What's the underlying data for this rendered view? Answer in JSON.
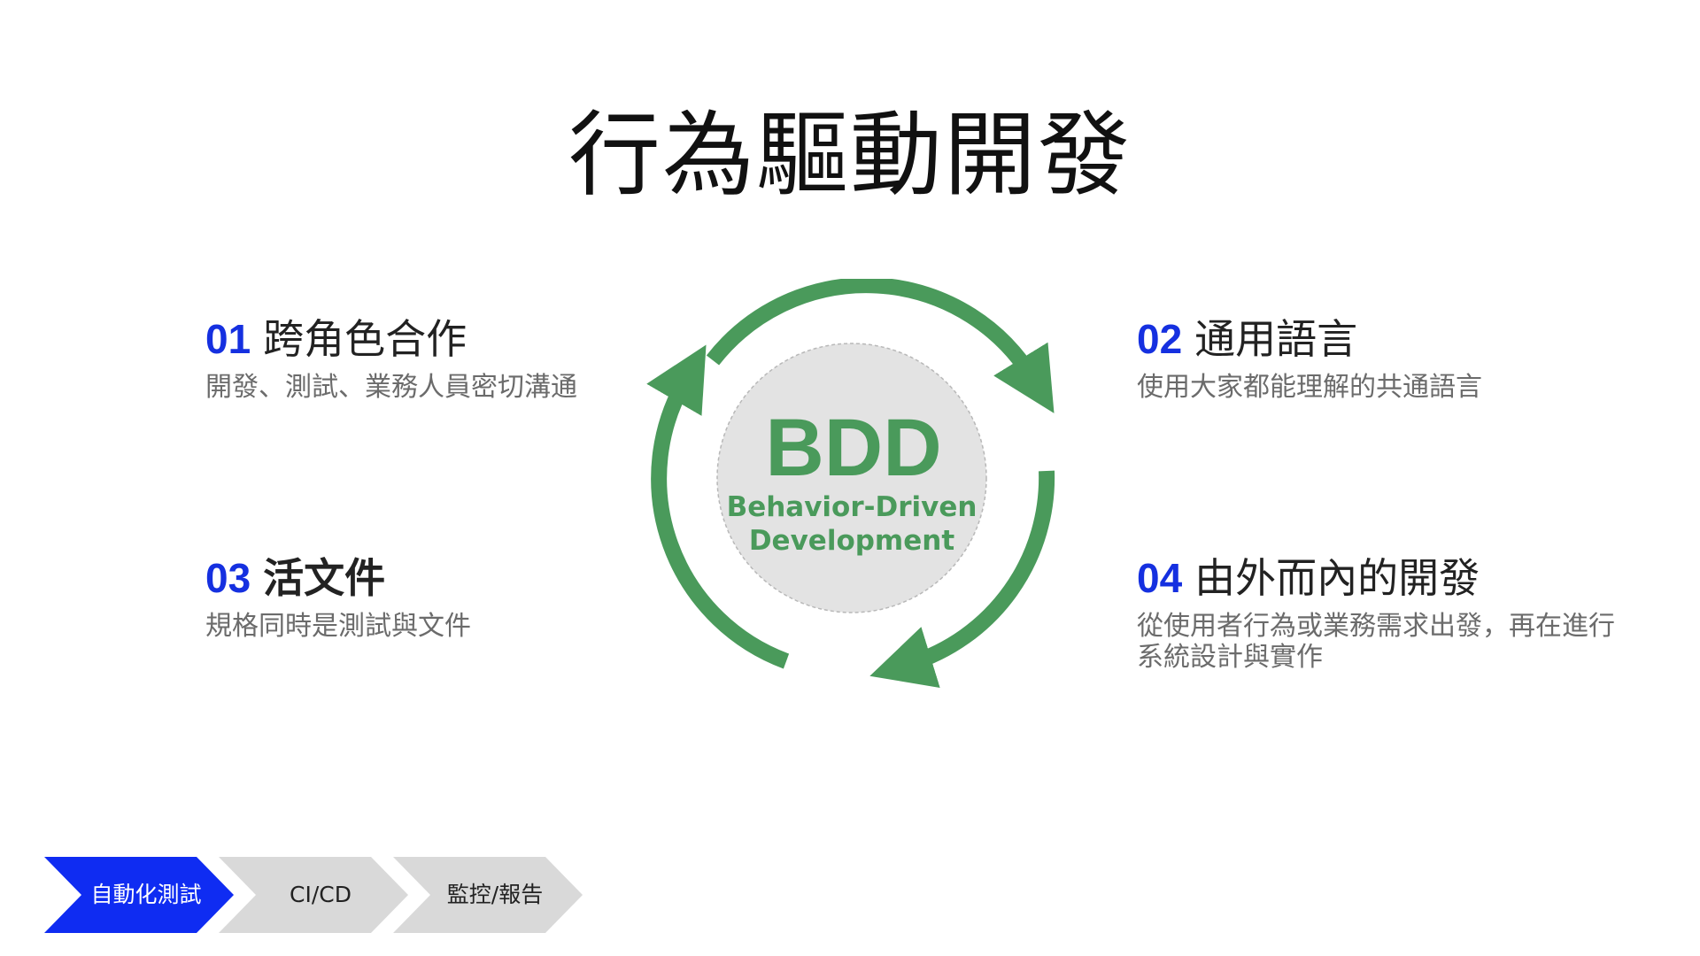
{
  "title": "行為驅動開發",
  "items": [
    {
      "number": "01",
      "title": "跨角色合作",
      "description": "開發、測試、業務人員密切溝通"
    },
    {
      "number": "02",
      "title": "通用語言",
      "description": "使用大家都能理解的共通語言"
    },
    {
      "number": "03",
      "title": "活文件",
      "description": "規格同時是測試與文件"
    },
    {
      "number": "04",
      "title": "由外而內的開發",
      "description": "從使用者行為或業務需求出發，再在進行系統設計與實作"
    }
  ],
  "bdd": {
    "acronym": "BDD",
    "line1": "Behavior-Driven",
    "line2": "Development"
  },
  "colors": {
    "accent_blue": "#1530e0",
    "bdd_green": "#4a9a5b",
    "circle_fill": "#e3e3e3",
    "step_inactive": "#d9d9d9"
  },
  "steps": [
    {
      "label": "自動化測試",
      "active": true
    },
    {
      "label": "CI/CD",
      "active": false
    },
    {
      "label": "監控/報告",
      "active": false
    }
  ]
}
